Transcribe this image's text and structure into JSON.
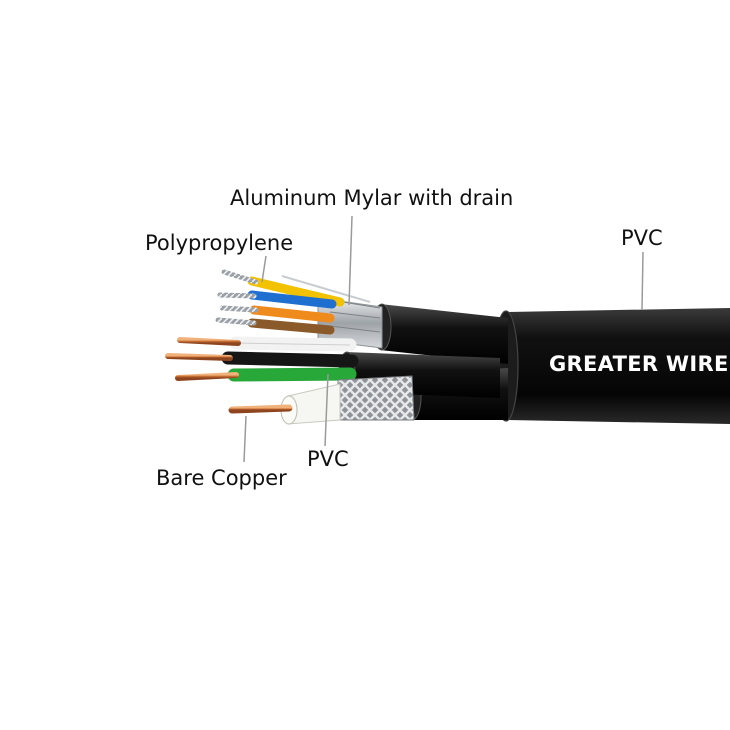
{
  "labels": {
    "mylar": "Aluminum Mylar with drain",
    "polypropylene": "Polypropylene",
    "outer_jacket": "PVC",
    "inner_jacket": "PVC",
    "conductor": "Bare Copper"
  },
  "brand": "GREATER WIRE",
  "colors": {
    "jacket": "#101010",
    "copper": "#c8763e",
    "wire_yellow": "#f2c200",
    "wire_blue": "#1f6fd1",
    "wire_orange": "#ef8a1c",
    "wire_brown": "#8a5a2b",
    "wire_white": "#f2f2f2",
    "wire_green": "#29a83a",
    "braid": "#b9bcc0",
    "foil": "#c9cdd1"
  }
}
